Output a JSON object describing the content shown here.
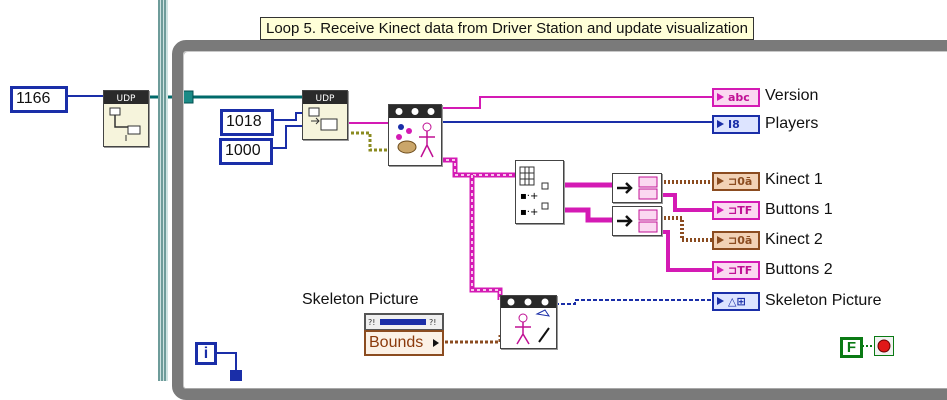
{
  "loop_label": "Loop 5. Receive Kinect data from Driver Station and update visualization",
  "constants": {
    "port": "1166",
    "timeout_a": "1018",
    "timeout_b": "1000"
  },
  "vi_labels": {
    "udp_open": "UDP",
    "udp_read": "UDP"
  },
  "indicators": [
    {
      "name": "version",
      "tag": "abc",
      "label": "Version"
    },
    {
      "name": "players",
      "tag": "I8",
      "label": "Players"
    },
    {
      "name": "kinect-1",
      "tag": "⊐0ā",
      "label": "Kinect 1"
    },
    {
      "name": "buttons-1",
      "tag": "⊐TF",
      "label": "Buttons 1"
    },
    {
      "name": "kinect-2",
      "tag": "⊐0ā",
      "label": "Kinect 2"
    },
    {
      "name": "buttons-2",
      "tag": "⊐TF",
      "label": "Buttons 2"
    },
    {
      "name": "skeleton-picture",
      "tag": "△⊞",
      "label": "Skeleton Picture"
    }
  ],
  "skeleton_control": {
    "label": "Skeleton Picture",
    "property": "Bounds"
  },
  "stop": {
    "constant": "F"
  },
  "iteration": {
    "label": "i"
  },
  "colors": {
    "loop_frame": "#7a7a7a",
    "numeric_wire": "#1a2ea8",
    "string_wire": "#d41ab4",
    "cluster_wire": "#8b4c20",
    "boolean": "#0a7a14",
    "udp_wire": "#006a6a"
  }
}
